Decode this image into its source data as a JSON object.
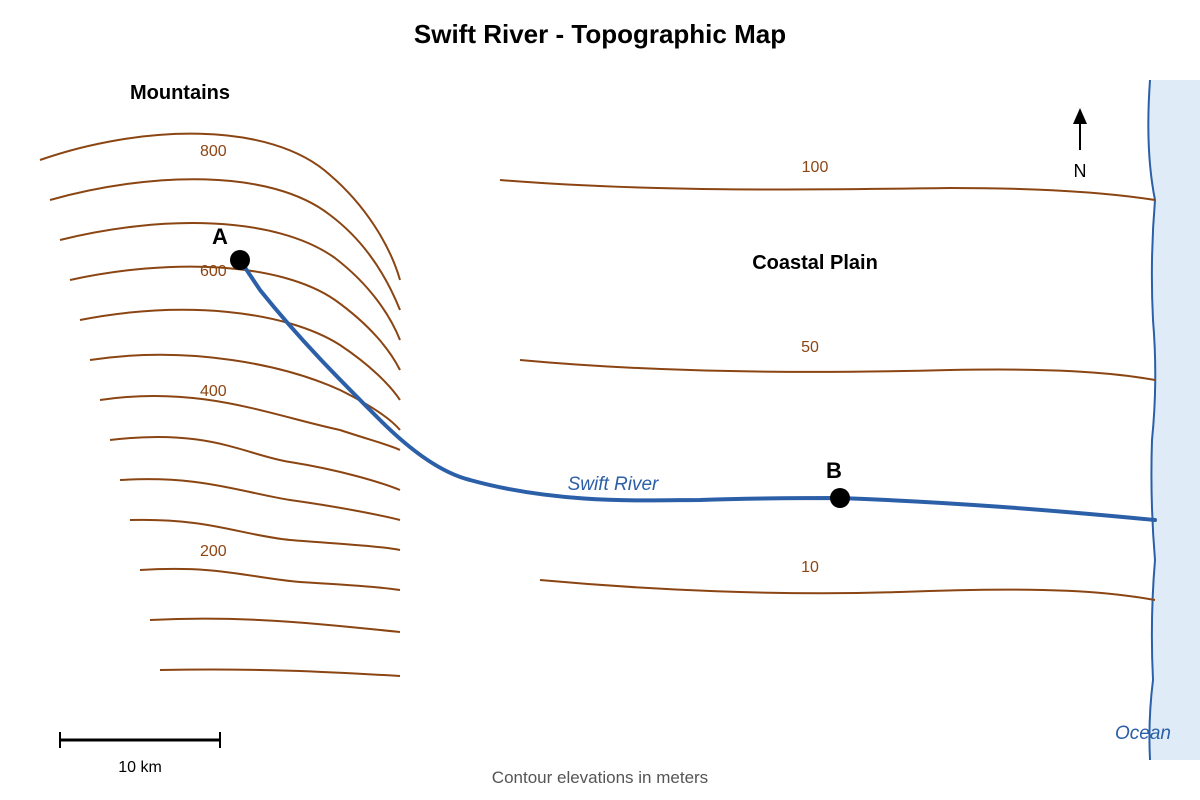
{
  "map": {
    "title": "Swift River - Topographic Map",
    "footnote": "Contour elevations in meters",
    "regions": {
      "mountains": "Mountains",
      "coastal_plain": "Coastal Plain",
      "ocean": "Ocean"
    },
    "river": {
      "name": "Swift River",
      "color": "#2b5fa8"
    },
    "points": {
      "a": "A",
      "b": "B"
    },
    "contour_labels": {
      "c800": "800",
      "c600": "600",
      "c400": "400",
      "c200": "200",
      "c100": "100",
      "c50": "50",
      "c10": "10"
    },
    "contour_color": "#8b4513",
    "ocean_color": "#dfecf7",
    "scale_bar": {
      "label": "10 km"
    },
    "north_arrow": {
      "label": "N"
    }
  }
}
